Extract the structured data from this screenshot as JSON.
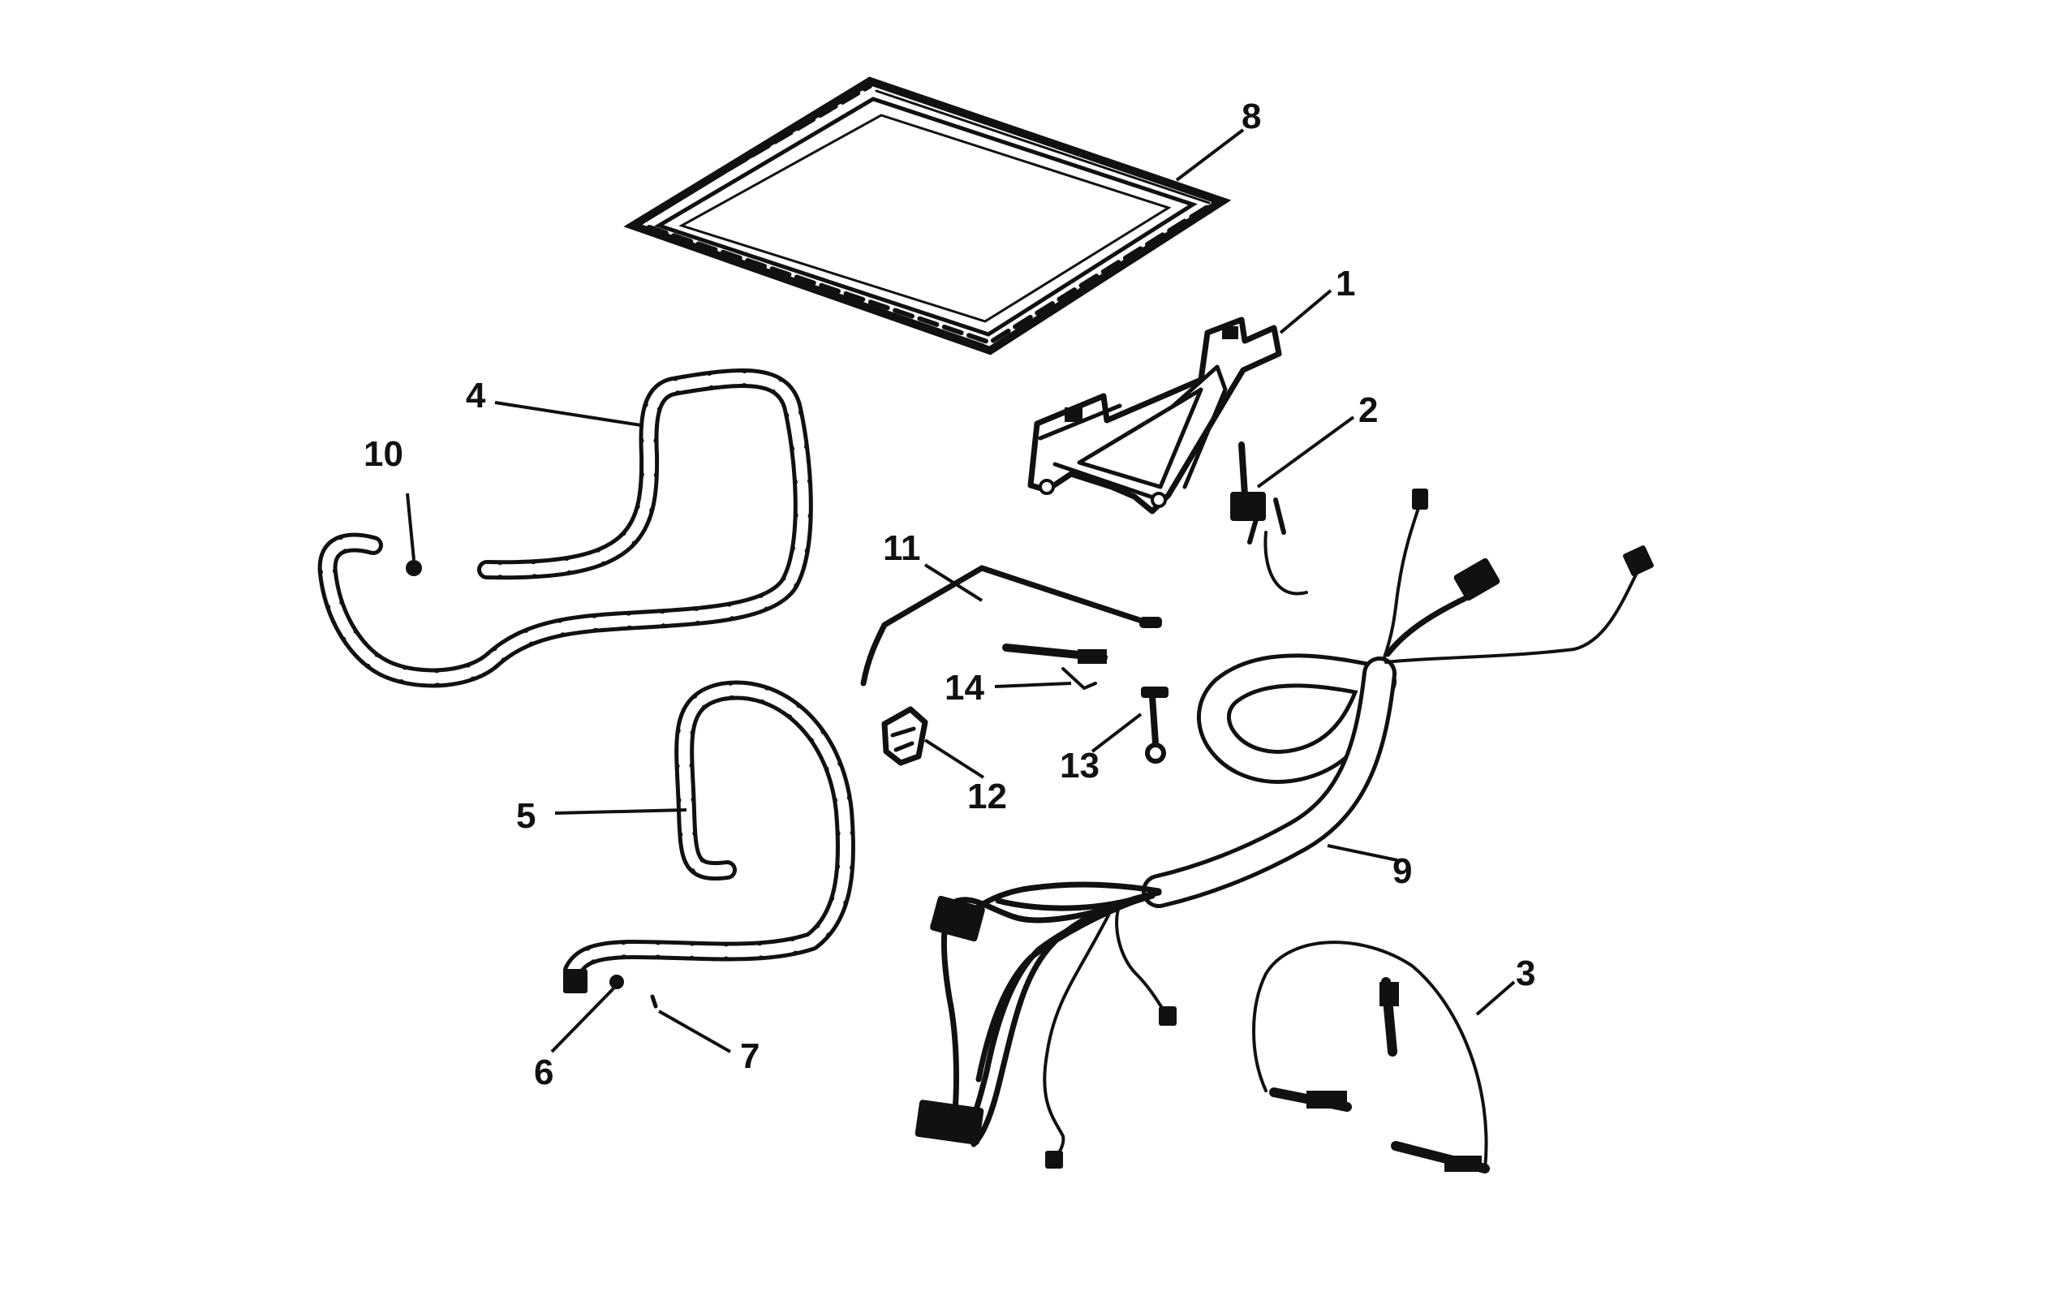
{
  "callouts": {
    "part_1": "1",
    "part_2": "2",
    "part_3": "3",
    "part_4": "4",
    "part_5": "5",
    "part_6": "6",
    "part_7": "7",
    "part_8": "8",
    "part_9": "9",
    "part_10": "10",
    "part_11": "11",
    "part_12": "12",
    "part_13": "13",
    "part_14": "14"
  }
}
